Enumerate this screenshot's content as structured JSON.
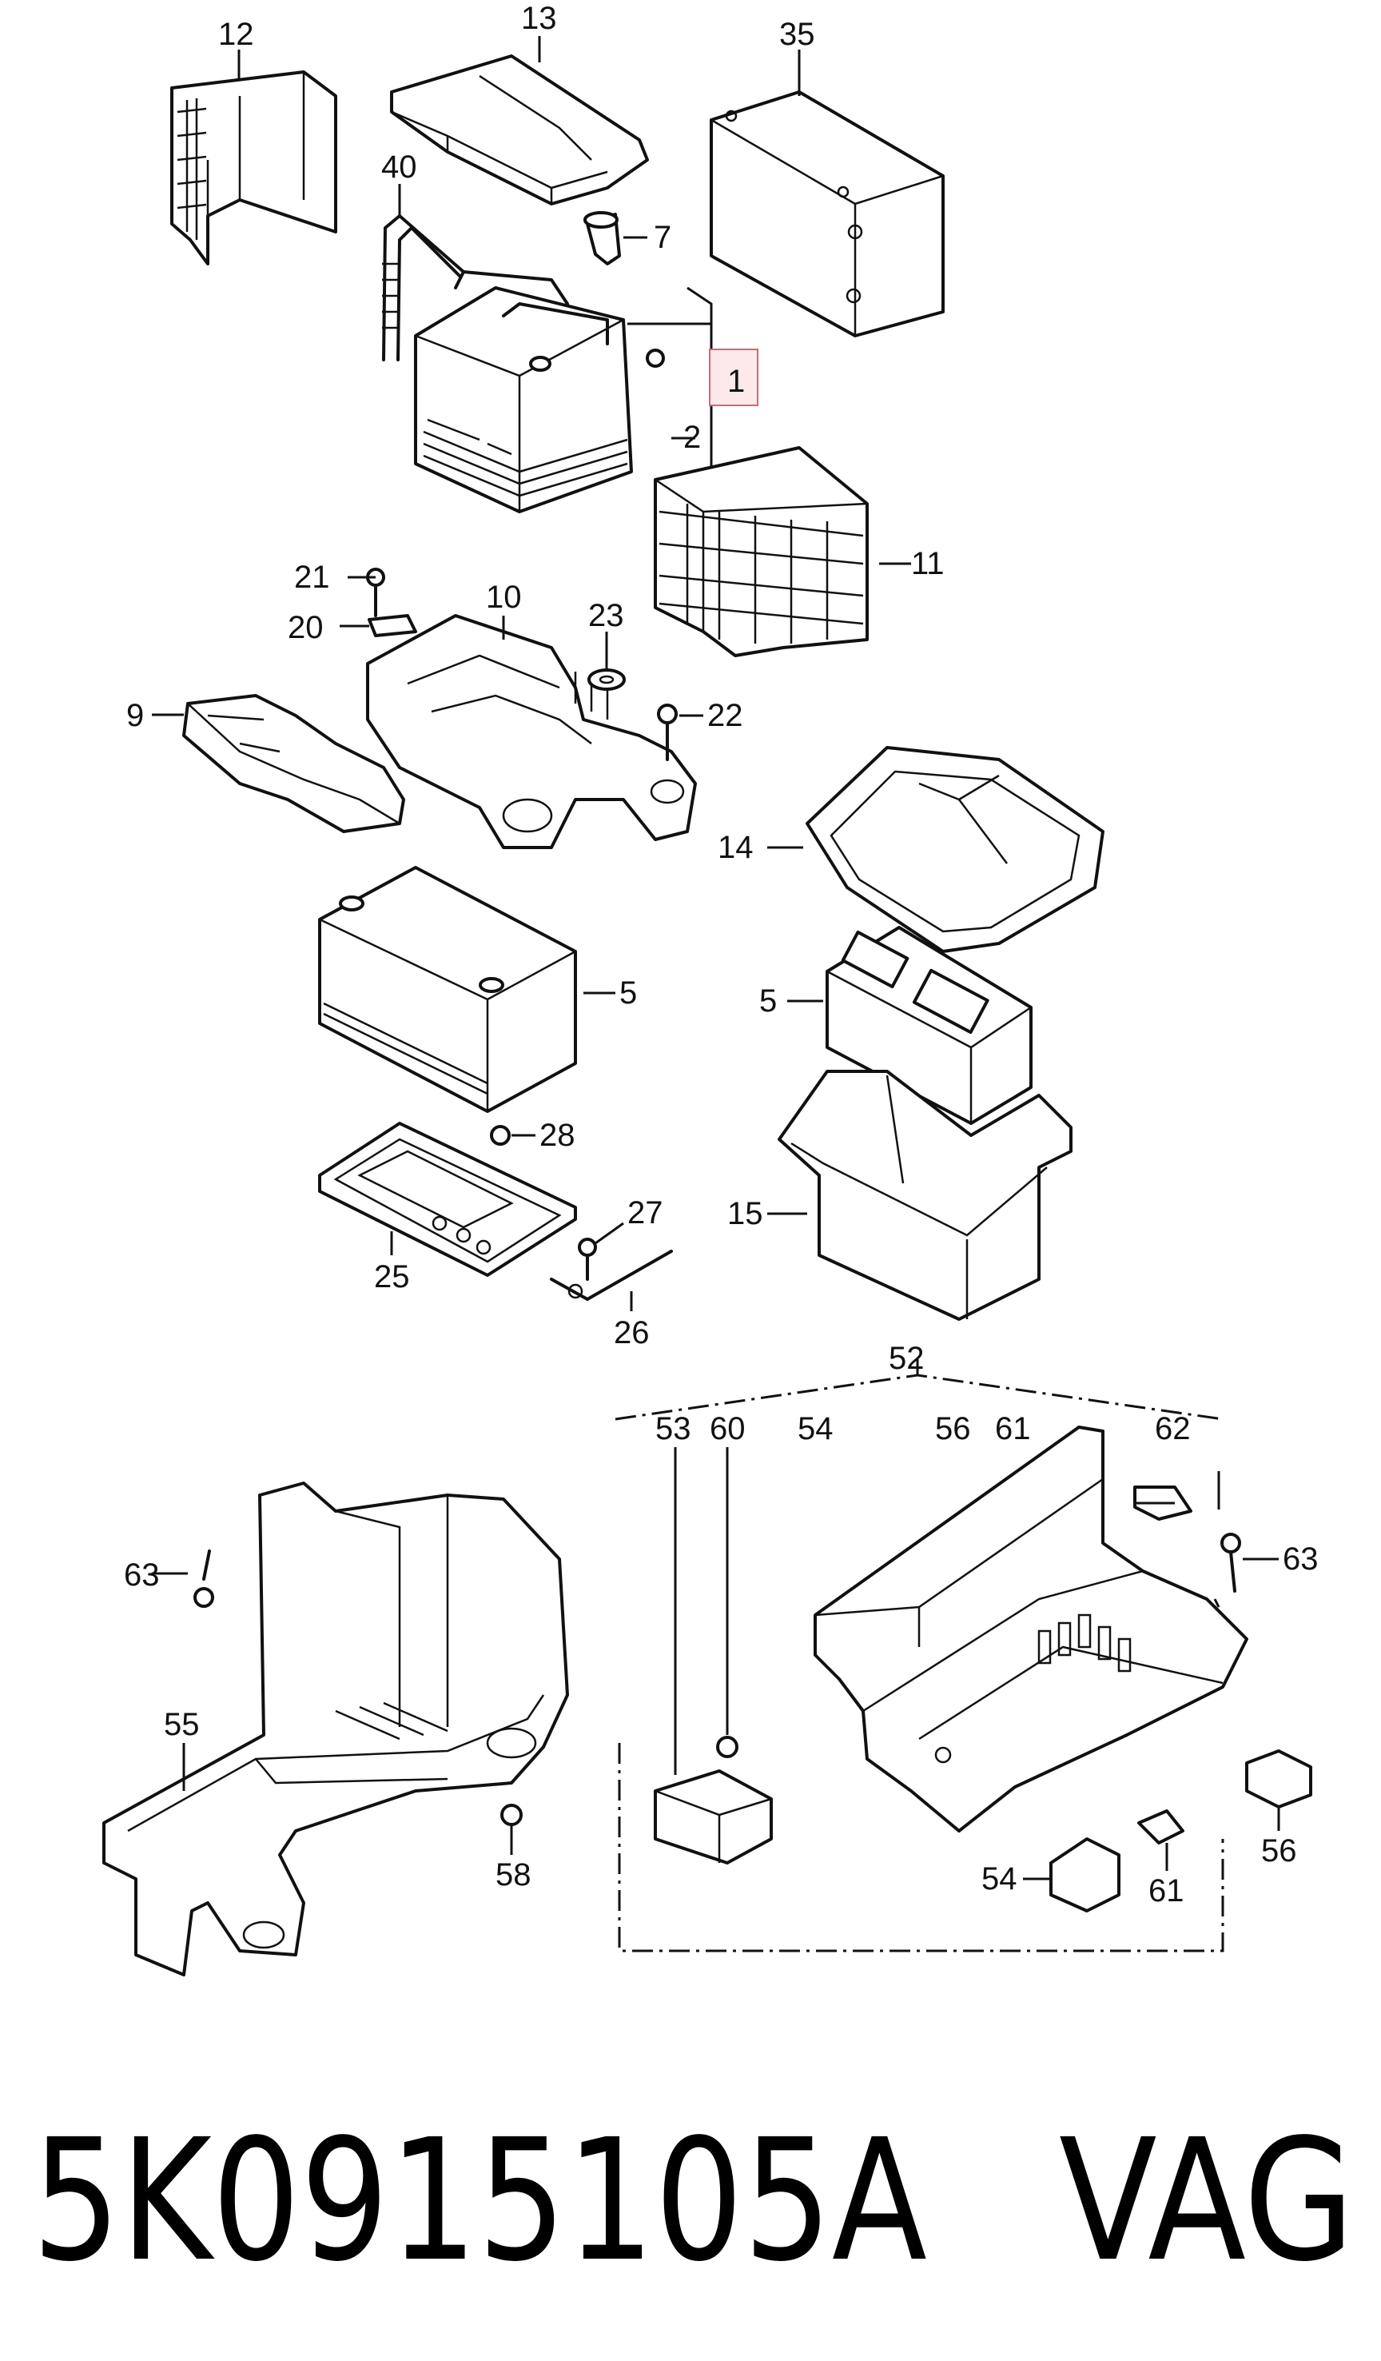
{
  "diagram": {
    "callouts": {
      "c12": "12",
      "c13": "13",
      "c35": "35",
      "c40": "40",
      "c7": "7",
      "c1": "1",
      "c2": "2",
      "c11": "11",
      "c21": "21",
      "c10": "10",
      "c23": "23",
      "c20": "20",
      "c9": "9",
      "c22": "22",
      "c14": "14",
      "c5a": "5",
      "c5b": "5",
      "c28": "28",
      "c27": "27",
      "c15": "15",
      "c25": "25",
      "c26": "26",
      "c52": "52",
      "c53": "53",
      "c60": "60",
      "c54a": "54",
      "c56a": "56",
      "c61a": "61",
      "c62": "62",
      "c63a": "63",
      "c63b": "63",
      "c55": "55",
      "c58": "58",
      "c56b": "56",
      "c54b": "54",
      "c61b": "61"
    },
    "highlight_color": "#e06070"
  },
  "footer": {
    "part_number": "5K0915105A",
    "brand": "VAG"
  }
}
